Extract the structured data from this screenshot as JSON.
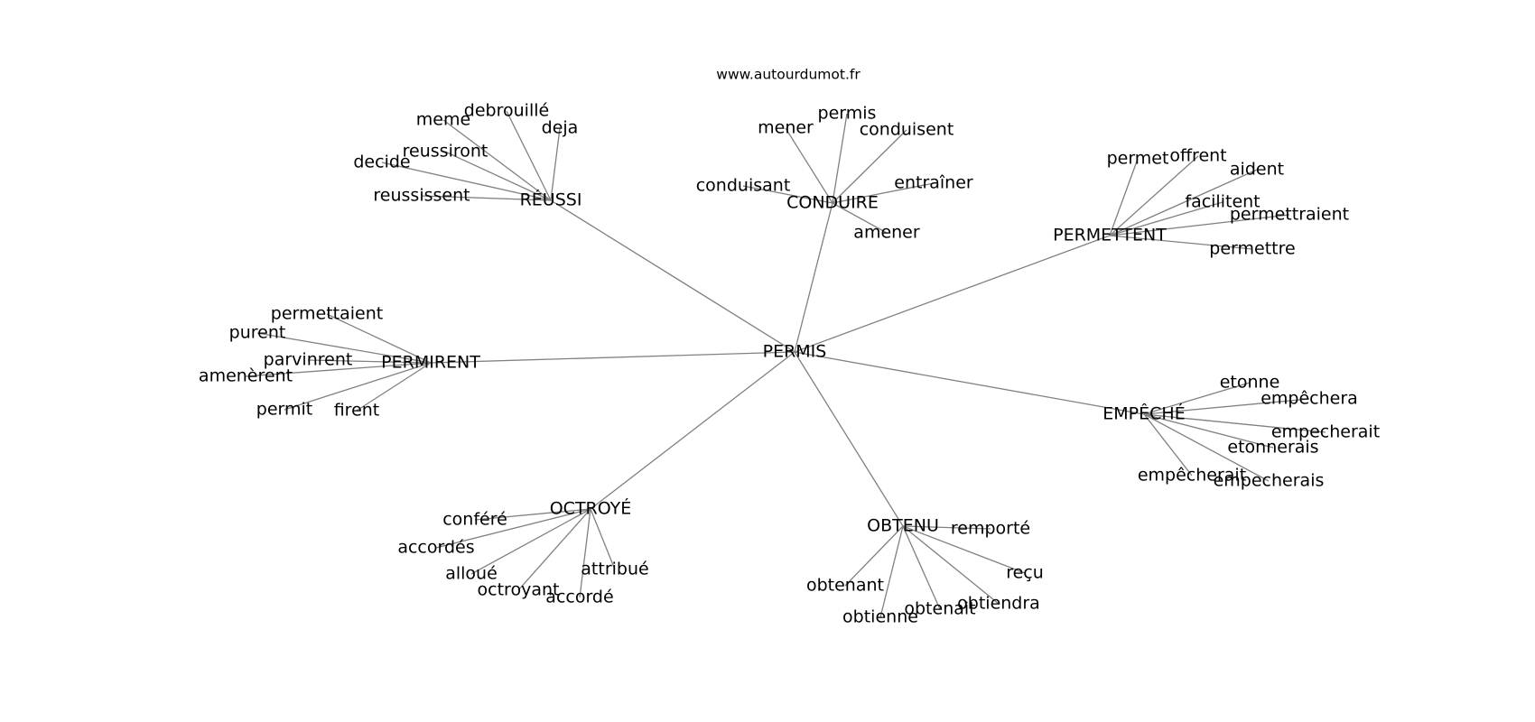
{
  "diagram": {
    "source_label": "www.autourdumot.fr",
    "center": "PERMIS",
    "clusters": [
      {
        "hub": "RÉUSSI",
        "leaves": [
          "debrouillé",
          "meme",
          "deja",
          "reussiront",
          "decide",
          "reussissent"
        ]
      },
      {
        "hub": "CONDUIRE",
        "leaves": [
          "permis",
          "mener",
          "conduisent",
          "conduisant",
          "entraîner",
          "amener"
        ]
      },
      {
        "hub": "PERMETTENT",
        "leaves": [
          "permet",
          "offrent",
          "aident",
          "facilitent",
          "permettraient",
          "permettre"
        ]
      },
      {
        "hub": "PERMIRENT",
        "leaves": [
          "permettaient",
          "purent",
          "parvinrent",
          "amenèrent",
          "permit",
          "firent"
        ]
      },
      {
        "hub": "EMPÊCHÉ",
        "leaves": [
          "etonne",
          "empêchera",
          "empecherait",
          "etonnerais",
          "empêcherait",
          "empecherais"
        ]
      },
      {
        "hub": "OCTROYÉ",
        "leaves": [
          "conféré",
          "accordés",
          "attribué",
          "alloué",
          "octroyant",
          "accordé"
        ]
      },
      {
        "hub": "OBTENU",
        "leaves": [
          "remporté",
          "reçu",
          "obtenant",
          "obtiendra",
          "obtenait",
          "obtienne"
        ]
      }
    ]
  }
}
